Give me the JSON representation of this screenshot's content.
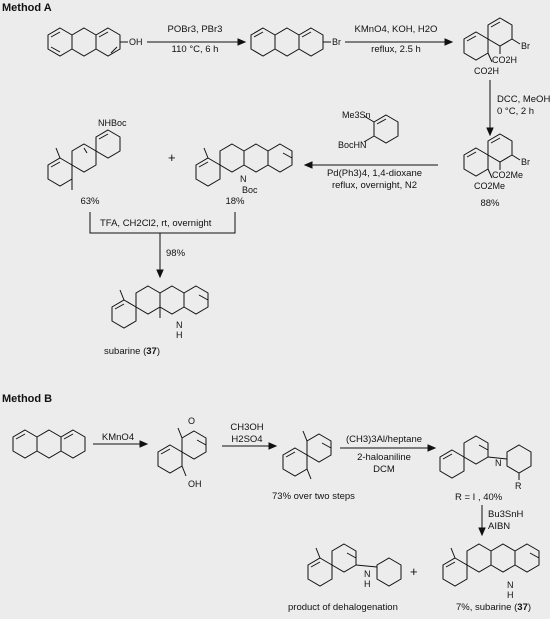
{
  "methodA": {
    "title": "Method A",
    "step1": {
      "line1": "POBr3, PBr3",
      "line2": "110 °C, 6 h"
    },
    "step2": {
      "line1": "KMnO4, KOH, H2O",
      "line2": "reflux, 2.5 h"
    },
    "step3": {
      "line1": "DCC, MeOH",
      "line2": "0 °C, 2 h"
    },
    "step4": {
      "reagent_top": "Me3Sn",
      "reagent_bottom": "BocHN",
      "line1": "Pd(Ph3)4, 1,4-dioxane",
      "line2": "reflux, overnight, N2"
    },
    "step5": {
      "line1": "TFA, CH2Cl2, rt, overnight"
    },
    "yields": {
      "ester": "88%",
      "amide": "63%",
      "boc": "18%",
      "tfa": "98%"
    },
    "labels": {
      "oh": "OH",
      "br1": "Br",
      "br2": "Br",
      "br3": "Br",
      "co2h_a": "CO2H",
      "co2h_b": "CO2H",
      "co2me_a": "CO2Me",
      "co2me_b": "CO2Me",
      "nhboc": "NHBoc",
      "nboc": "N",
      "boc": "Boc",
      "nh": "N",
      "h": "H"
    },
    "product": {
      "name": "subarine",
      "number": "37"
    }
  },
  "methodB": {
    "title": "Method B",
    "step1": {
      "line1": "KMnO4"
    },
    "step2": {
      "line1": "CH3OH",
      "line2": "H2SO4"
    },
    "step2_yield": "73% over two steps",
    "step3": {
      "line1": "(CH3)3Al/heptane",
      "line2": "2-haloaniline",
      "line3": "DCM"
    },
    "amide_note": "R = I , 40%",
    "step4": {
      "line1": "Bu3SnH",
      "line2": "AIBN"
    },
    "side_product": "product of dehalogenation",
    "final": {
      "prefix": "7%, ",
      "name": "subarine",
      "number": "37"
    },
    "labels": {
      "r": "R",
      "n": "N",
      "h": "H",
      "oh1": "O",
      "oh2": "OH"
    }
  },
  "plus": "+"
}
